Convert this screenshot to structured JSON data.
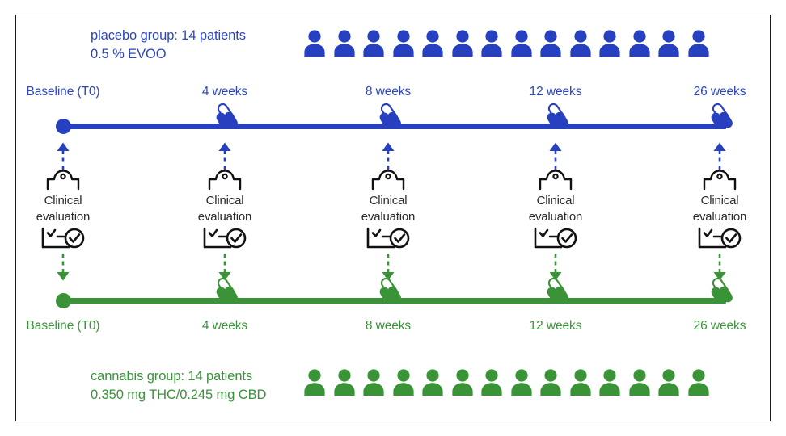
{
  "figure": {
    "border_color": "#1a1a1a",
    "background": "#ffffff"
  },
  "colors": {
    "placebo_blue": "#2640c0",
    "placebo_text_blue": "#2b45c4",
    "cannabis_green": "#3a9437",
    "cannabis_text_green": "#39933a",
    "eval_text": "#2b2b2b"
  },
  "placebo_group": {
    "caption_line1": "placebo group: 14 patients",
    "caption_line2": "0.5 % EVOO",
    "patient_count": 14,
    "patient_icon": "person-icon",
    "timeline_color": "#2640c0",
    "timepoints": [
      {
        "label": "Baseline (T0)",
        "marker": "dot-marker"
      },
      {
        "label": "4 weeks",
        "marker": "pill-capsule-icon"
      },
      {
        "label": "8 weeks",
        "marker": "pill-capsule-icon"
      },
      {
        "label": "12 weeks",
        "marker": "pill-capsule-icon"
      },
      {
        "label": "26 weeks",
        "marker": "pill-capsule-icon"
      }
    ]
  },
  "cannabis_group": {
    "caption_line1": "cannabis group: 14 patients",
    "caption_line2": "0.350 mg THC/0.245 mg CBD",
    "patient_count": 14,
    "patient_icon": "person-icon",
    "timeline_color": "#3a9437",
    "timepoints": [
      {
        "label": "Baseline (T0)",
        "marker": "dot-marker"
      },
      {
        "label": "4 weeks",
        "marker": "pill-capsule-icon"
      },
      {
        "label": "8 weeks",
        "marker": "pill-capsule-icon"
      },
      {
        "label": "12 weeks",
        "marker": "pill-capsule-icon"
      },
      {
        "label": "26 weeks",
        "marker": "pill-capsule-icon"
      }
    ]
  },
  "evaluations": {
    "label_line1": "Clinical",
    "label_line2": "evaluation",
    "top_icon": "clipboard-icon",
    "bottom_icon": "checklist-check-icon",
    "up_arrow_icon": "dashed-arrow-up-icon",
    "down_arrow_icon": "dashed-arrow-down-icon",
    "columns": [
      {
        "timepoint": "Baseline (T0)"
      },
      {
        "timepoint": "4 weeks"
      },
      {
        "timepoint": "8 weeks"
      },
      {
        "timepoint": "12 weeks"
      },
      {
        "timepoint": "26 weeks"
      }
    ]
  }
}
